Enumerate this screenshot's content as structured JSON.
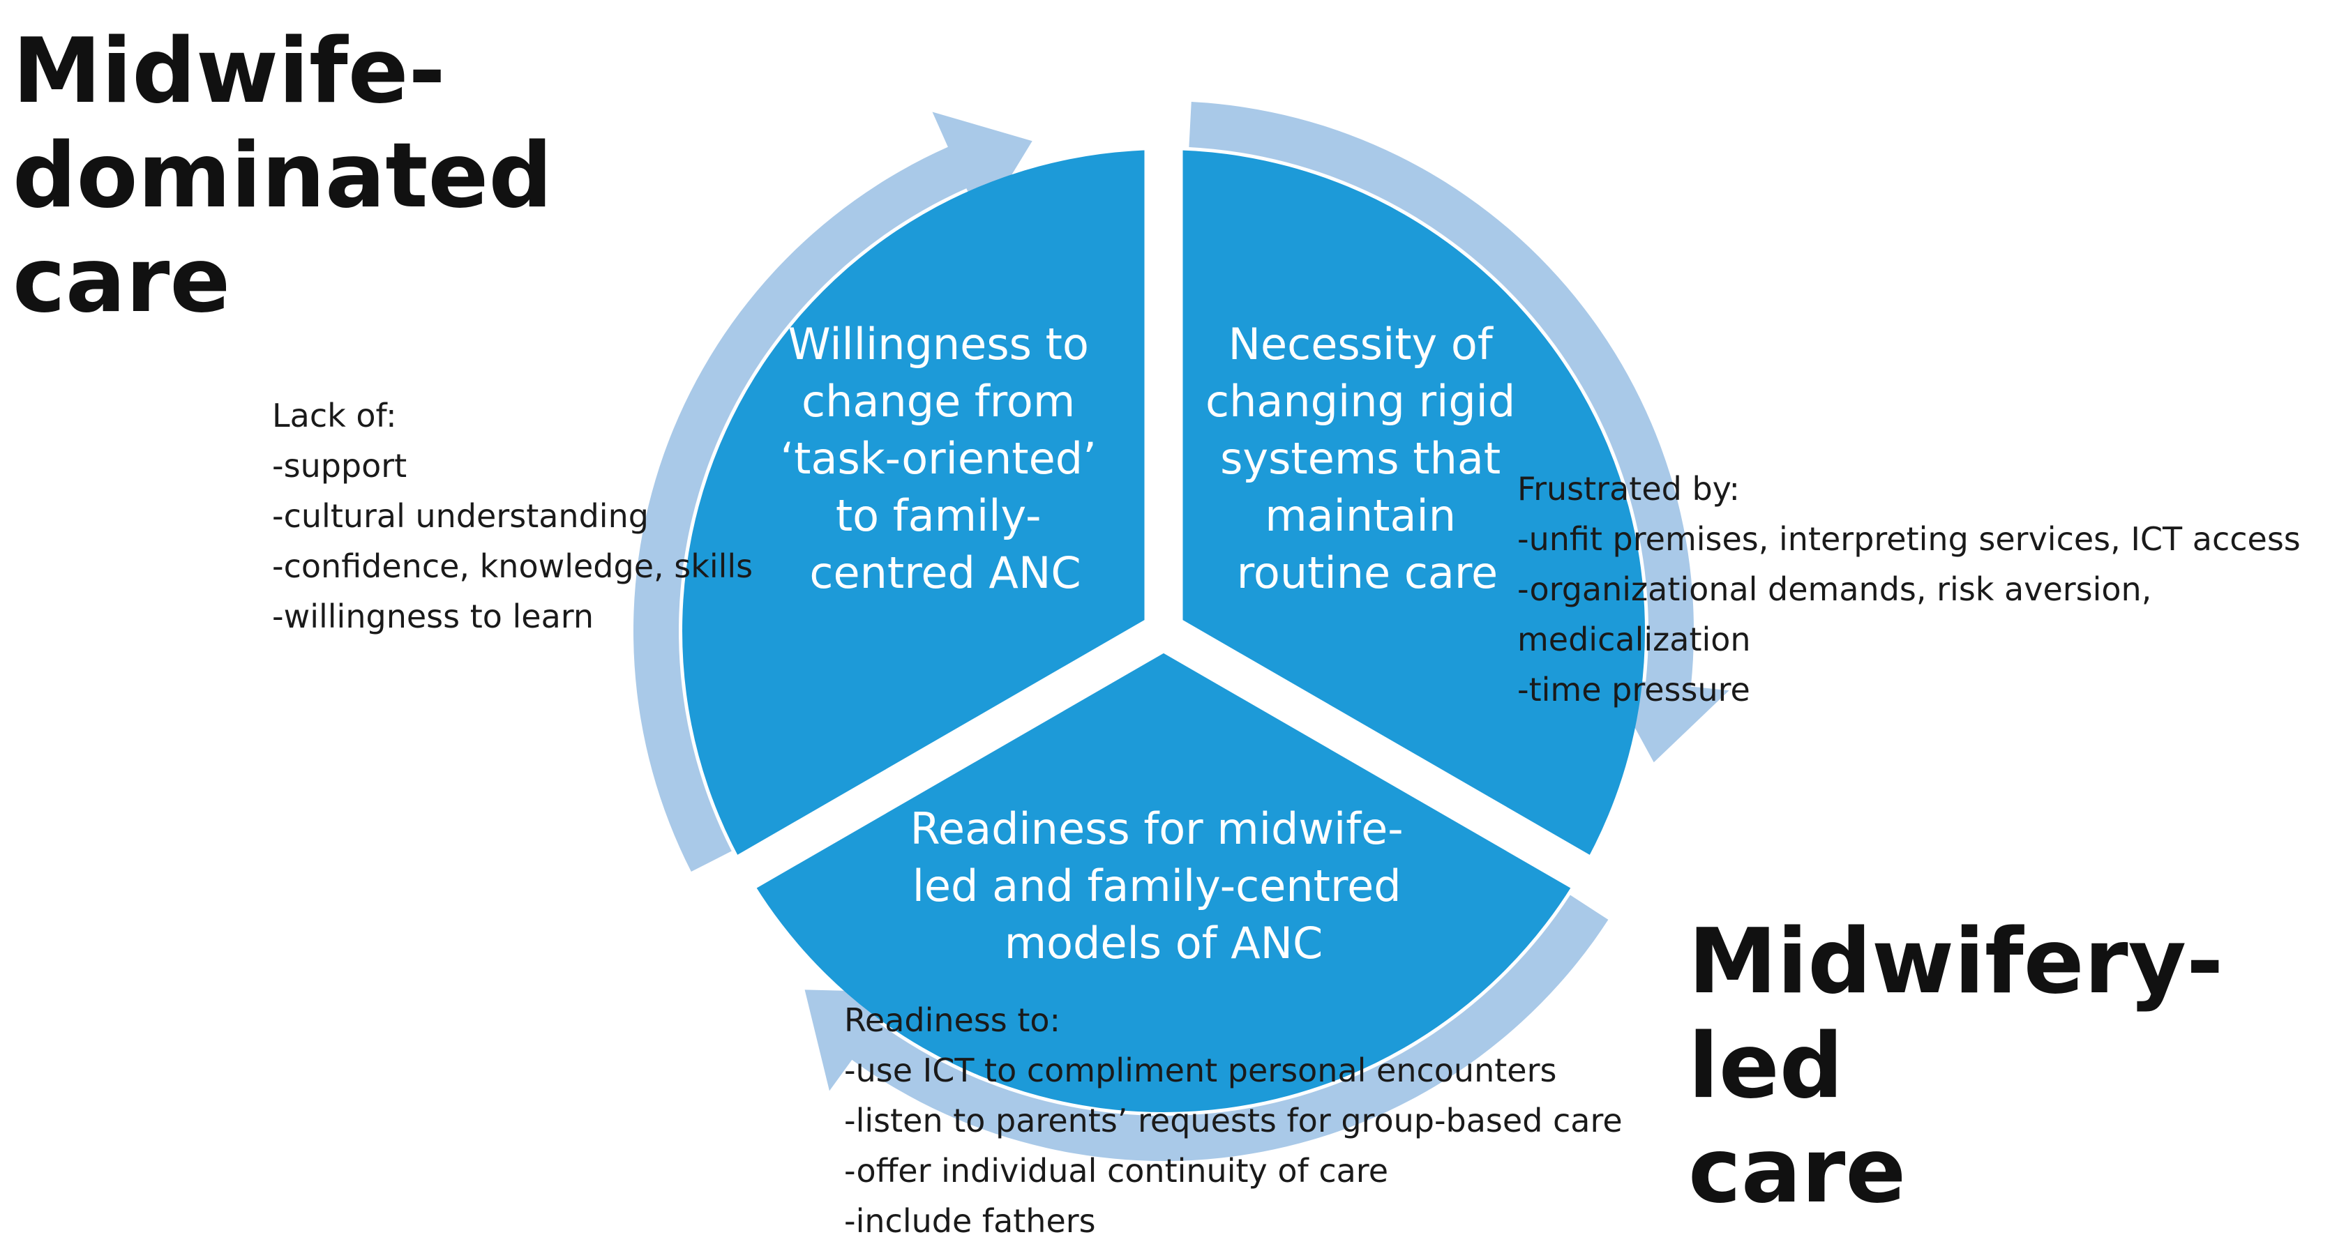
{
  "labels": {
    "top_left": [
      "Midwife-",
      "dominated",
      "care"
    ],
    "bottom_right": [
      "Midwifery-led",
      "care"
    ]
  },
  "segments": {
    "left": [
      "Willingness to",
      "change from",
      "‘task-oriented’",
      "to family-",
      "centred ANC"
    ],
    "right": [
      "Necessity of",
      "changing rigid",
      "systems that",
      "maintain",
      "routine care"
    ],
    "bottom": [
      "Readiness for midwife-",
      "led and family-centred",
      "models of ANC"
    ]
  },
  "notes": {
    "lack_of": {
      "heading": "Lack of:",
      "items": [
        "-support",
        "-cultural understanding",
        "-confidence, knowledge, skills",
        "-willingness to learn"
      ]
    },
    "frustrated_by": {
      "heading": "Frustrated by:",
      "items": [
        "-unfit premises, interpreting services, ICT access",
        "-organizational demands, risk aversion,",
        " medicalization",
        "-time pressure"
      ]
    },
    "readiness_to": {
      "heading": "Readiness to:",
      "items": [
        "-use ICT to compliment personal encounters",
        "-listen to parents’ requests for group-based care",
        "-offer individual continuity of care",
        "-include fathers"
      ]
    }
  },
  "colors": {
    "segment_fill": "#1d9ad8",
    "cycle_arrow": "#a9c9e8",
    "background": "#ffffff",
    "text_dark": "#111111"
  },
  "icons": [
    "cycle-arrow-icon"
  ]
}
